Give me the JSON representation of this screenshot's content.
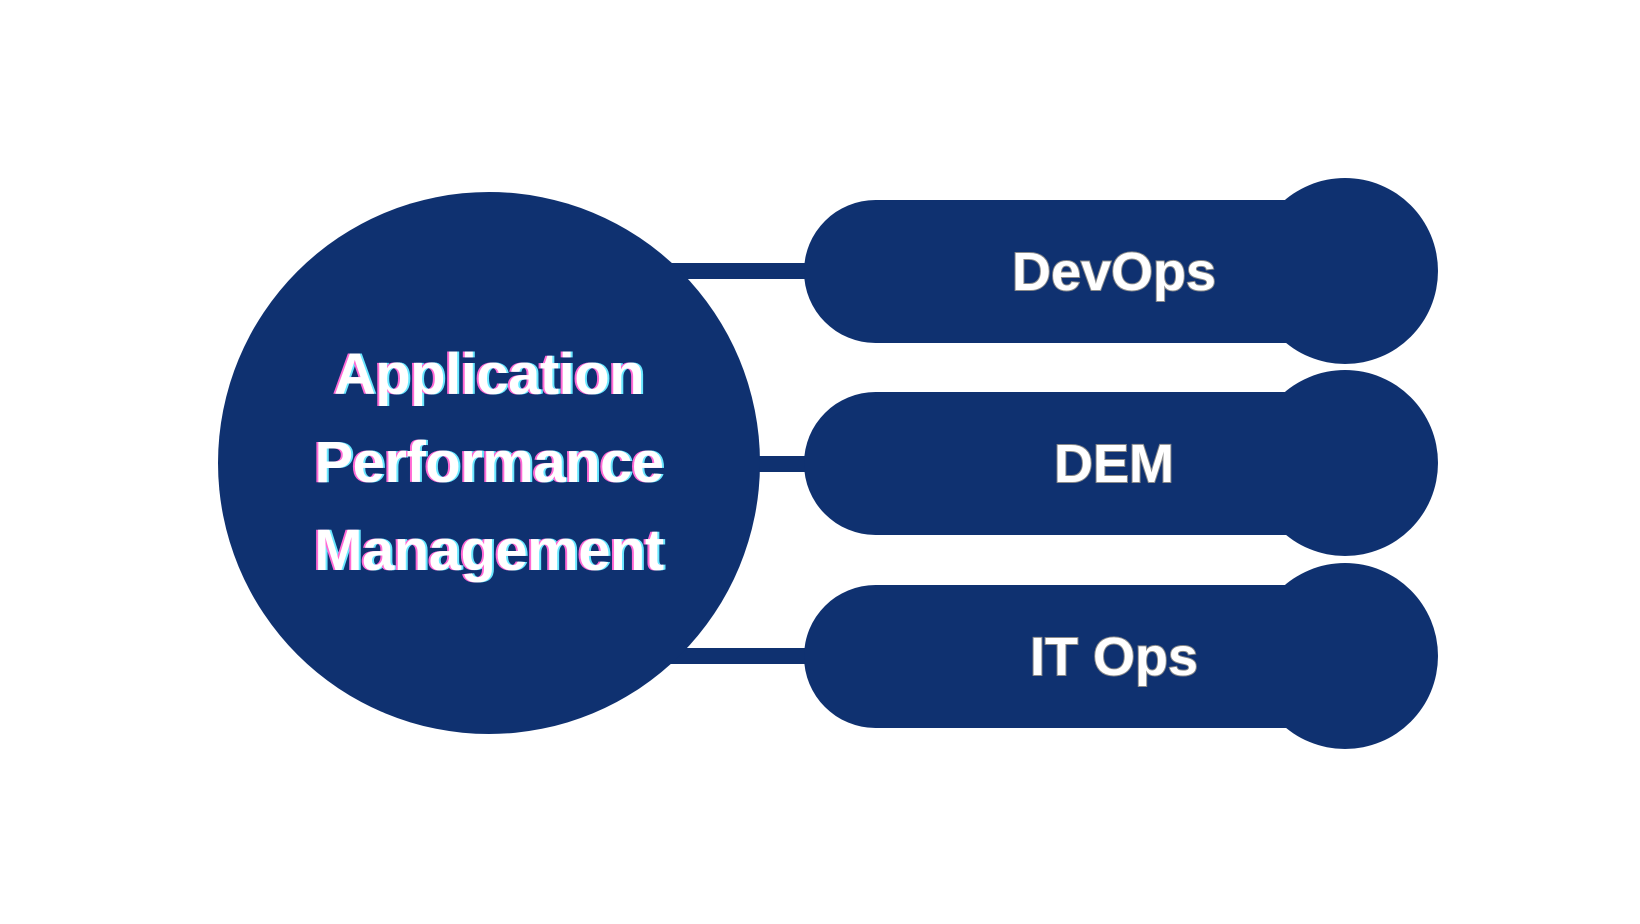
{
  "center": {
    "lines": [
      "Application",
      "Performance",
      "Management"
    ]
  },
  "branches": [
    {
      "label": "DevOps"
    },
    {
      "label": "DEM"
    },
    {
      "label": "IT Ops"
    }
  ],
  "colors": {
    "shape": "#0f3170",
    "text": "#ffffff"
  }
}
